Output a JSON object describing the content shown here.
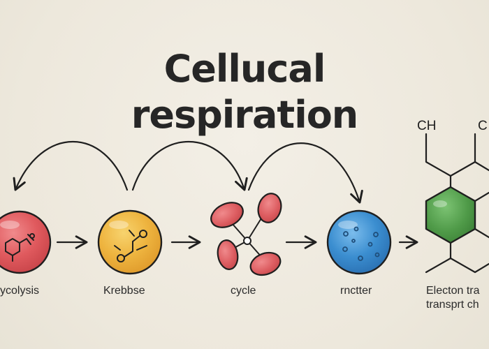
{
  "title": {
    "line1": "Cellucal",
    "line2": "respiration"
  },
  "stages": [
    {
      "label": "ycolysis",
      "color": "#e25a5f",
      "icon": "molecule-icon"
    },
    {
      "label": "Krebbse",
      "color": "#edb340",
      "icon": "molecule-icon"
    },
    {
      "label": "cycle",
      "color": "#dc5c60",
      "icon": "particle-cluster-icon"
    },
    {
      "label": "rnctter",
      "color": "#3b8ed0",
      "icon": "dotted-sphere-icon"
    }
  ],
  "final_stage": {
    "label_line1": "Electon tra",
    "label_line2": "transprt ch",
    "chem_label_1": "CH",
    "chem_label_2": "C",
    "accent_color": "#4f9a48",
    "icon": "hexagon-structure-icon"
  },
  "colors": {
    "background": "#efebe0",
    "stroke": "#1f1f1f"
  }
}
